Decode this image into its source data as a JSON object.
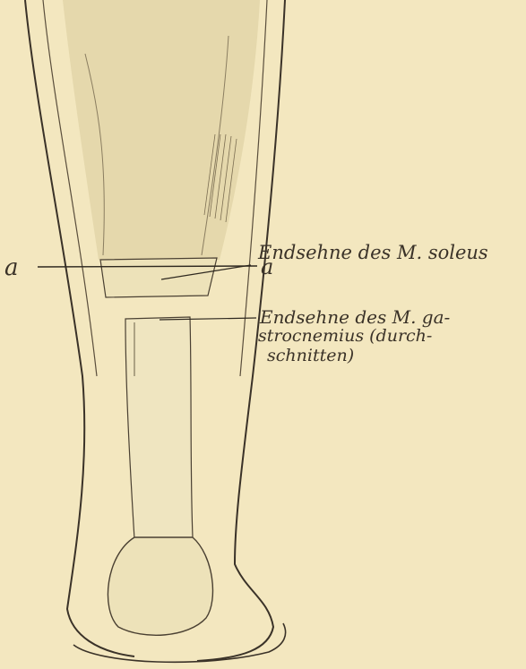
{
  "labels": {
    "soleus": "Endsehne des M. soleus",
    "marker_left": "a",
    "marker_right": "a",
    "gastro_line1": "Endsehne des M. ga-",
    "gastro_line2": "strocnemius (durch-",
    "gastro_line3": "schnitten)"
  },
  "colors": {
    "paper": "#f3e7bf",
    "ink": "#3a3228",
    "shade": "#e2d5a8",
    "tendon": "#ede2b9"
  }
}
